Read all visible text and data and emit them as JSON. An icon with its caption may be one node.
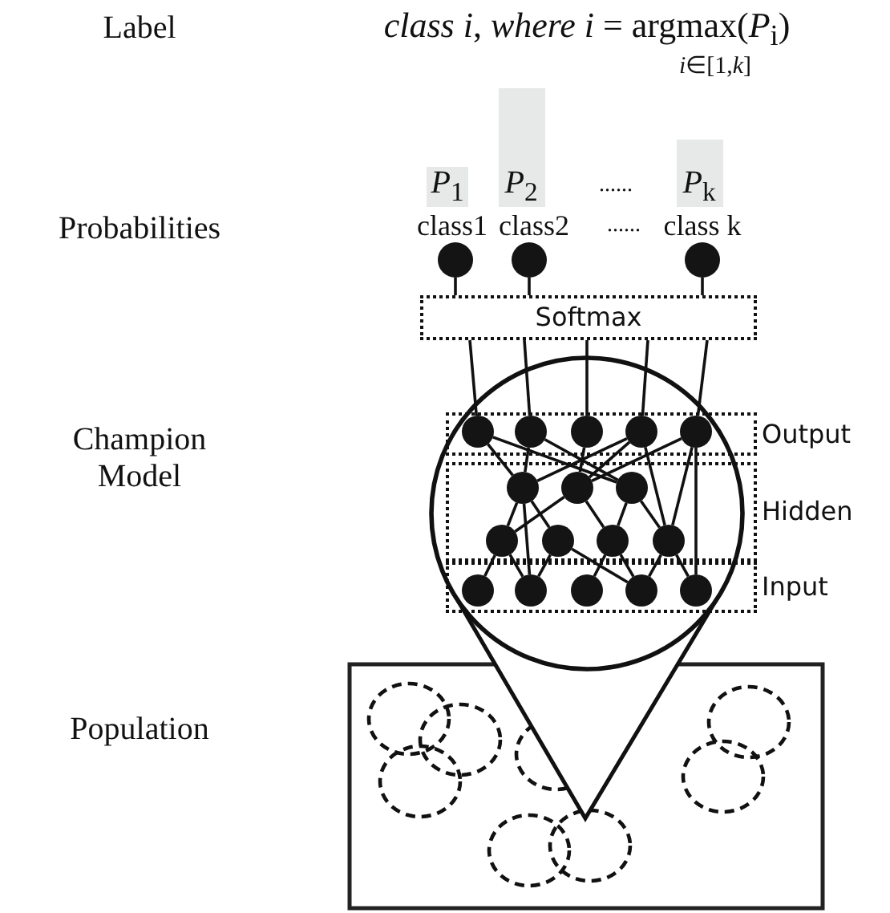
{
  "diagram": {
    "nodes": [
      {
        "text": [],
        "shape": "circle",
        "beside": [
          "*P*$_{1}$",
          "class1"
        ]
      },
      {
        "text": [],
        "shape": "circle",
        "beside": [
          "*P*$_{2}$",
          "class2"
        ]
      },
      {
        "text": [],
        "shape": "circle",
        "beside": [
          "*P*$_{k}$",
          "class k"
        ]
      },
      {
        "text": [
          "Softmax"
        ]
      },
      {
        "text": [
          "Output"
        ]
      },
      {
        "text": [],
        "shape": "circle",
        "in": 4
      },
      {
        "text": [],
        "shape": "circle",
        "in": 4
      },
      {
        "text": [],
        "shape": "circle",
        "in": 4
      },
      {
        "text": [],
        "shape": "circle",
        "in": 4
      },
      {
        "text": [],
        "shape": "circle",
        "in": 4
      },
      {
        "text": [
          "Hidden"
        ]
      },
      {
        "text": [],
        "shape": "circle",
        "in": 10
      },
      {
        "text": [],
        "shape": "circle",
        "in": 10
      },
      {
        "text": [],
        "shape": "circle",
        "in": 10
      },
      {
        "text": [],
        "shape": "circle",
        "in": 10
      },
      {
        "text": [],
        "shape": "circle",
        "in": 10
      },
      {
        "text": [],
        "shape": "circle",
        "in": 10
      },
      {
        "text": [],
        "shape": "circle",
        "in": 10
      },
      {
        "text": [
          "Input"
        ]
      },
      {
        "text": [],
        "shape": "circle",
        "in": 18
      },
      {
        "text": [],
        "shape": "circle",
        "in": 18
      },
      {
        "text": [],
        "shape": "circle",
        "in": 18
      },
      {
        "text": [],
        "shape": "circle",
        "in": 18
      },
      {
        "text": [],
        "shape": "circle",
        "in": 18
      }
    ],
    "edges": [
      {
        "from": 0,
        "to": 3,
        "arrow": "none"
      },
      {
        "from": 1,
        "to": 3,
        "arrow": "none"
      },
      {
        "from": 2,
        "to": 3,
        "arrow": "none"
      },
      {
        "from": 3,
        "to": 5,
        "arrow": "none"
      },
      {
        "from": 3,
        "to": 6,
        "arrow": "none"
      },
      {
        "from": 3,
        "to": 7,
        "arrow": "none"
      },
      {
        "from": 3,
        "to": 8,
        "arrow": "none"
      },
      {
        "from": 3,
        "to": 9,
        "arrow": "none"
      },
      {
        "from": 5,
        "to": 11,
        "arrow": "none"
      },
      {
        "from": 5,
        "to": 13,
        "arrow": "none"
      },
      {
        "from": 6,
        "to": 11,
        "arrow": "none"
      },
      {
        "from": 6,
        "to": 13,
        "arrow": "none"
      },
      {
        "from": 7,
        "to": 12,
        "arrow": "none"
      },
      {
        "from": 8,
        "to": 11,
        "arrow": "none"
      },
      {
        "from": 8,
        "to": 12,
        "arrow": "none"
      },
      {
        "from": 8,
        "to": 17,
        "arrow": "none"
      },
      {
        "from": 9,
        "to": 12,
        "arrow": "none"
      },
      {
        "from": 9,
        "to": 17,
        "arrow": "none"
      },
      {
        "from": 9,
        "to": 23,
        "arrow": "none"
      },
      {
        "from": 11,
        "to": 14,
        "arrow": "none"
      },
      {
        "from": 11,
        "to": 15,
        "arrow": "none"
      },
      {
        "from": 11,
        "to": 20,
        "arrow": "none"
      },
      {
        "from": 12,
        "to": 14,
        "arrow": "none"
      },
      {
        "from": 12,
        "to": 16,
        "arrow": "none"
      },
      {
        "from": 13,
        "to": 16,
        "arrow": "none"
      },
      {
        "from": 13,
        "to": 17,
        "arrow": "none"
      },
      {
        "from": 14,
        "to": 19,
        "arrow": "none"
      },
      {
        "from": 14,
        "to": 20,
        "arrow": "none"
      },
      {
        "from": 15,
        "to": 20,
        "arrow": "none"
      },
      {
        "from": 15,
        "to": 22,
        "arrow": "none"
      },
      {
        "from": 16,
        "to": 21,
        "arrow": "none"
      },
      {
        "from": 16,
        "to": 22,
        "arrow": "none"
      },
      {
        "from": 17,
        "to": 22,
        "arrow": "none"
      },
      {
        "from": 17,
        "to": 23,
        "arrow": "none"
      }
    ],
    "labels": [
      "Label",
      "*class i*, *where i* = argmax(*P*$_{i}$)",
      "*i*∈[1,*k*]",
      "......",
      "Probabilities",
      "......",
      "Champion Model",
      "Population"
    ]
  }
}
